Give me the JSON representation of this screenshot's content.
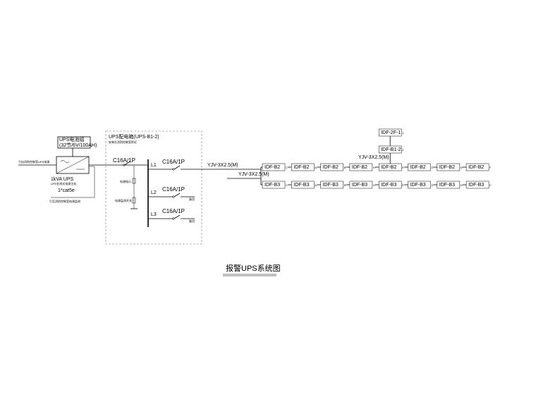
{
  "title": "报警UPS系统图",
  "source_note": "引自消防控制室UPS电源",
  "ups": {
    "header": "UPS电池组",
    "spec": "(32节/6V/100AH)",
    "model": "1kVA UPS",
    "model_note": "UPS在线式电源主机",
    "cable": "1*cat5e",
    "cable_note": "引至消防控制室电源监测"
  },
  "panel": {
    "title": "UPS配电箱(UPS-B1-2)",
    "subtitle": "安装在消防控制室附近",
    "main_breaker": "C16A/1P",
    "aux_label_1": "电源指示",
    "aux_label_2": "电源监测开关",
    "circuits": [
      {
        "phase": "L1",
        "breaker": "C16A/1P",
        "note": ""
      },
      {
        "phase": "L2",
        "breaker": "C16A/1P",
        "note": "备用"
      },
      {
        "phase": "L3",
        "breaker": "C16A/1P",
        "note": "备用"
      }
    ]
  },
  "cables": {
    "main": "YJV-3X2.5(M)",
    "branch": "YJV-3X2.5(M)",
    "riser": "YJV-3X2.5(M)"
  },
  "idf": {
    "riser": [
      {
        "label": "IDF-2F-1",
        "tail": "1"
      },
      {
        "label": "IDF-B1-2",
        "tail": "2"
      }
    ],
    "row1": [
      {
        "label": "IDF-B2",
        "tail": "C"
      },
      {
        "label": "IDF-B2",
        "tail": "A"
      },
      {
        "label": "IDF-B2",
        "tail": "B"
      },
      {
        "label": "IDF-B2",
        "tail": "H"
      },
      {
        "label": "IDF-B2",
        "tail": "E"
      },
      {
        "label": "IDF-B2",
        "tail": "G"
      },
      {
        "label": "IDF-B2",
        "tail": "D"
      },
      {
        "label": "IDF-B2",
        "tail": "F"
      }
    ],
    "row2": [
      {
        "label": "IDF-B3",
        "tail": "C"
      },
      {
        "label": "IDF-B3",
        "tail": "A"
      },
      {
        "label": "IDF-B3",
        "tail": "B"
      },
      {
        "label": "IDF-B3",
        "tail": "H"
      },
      {
        "label": "IDF-B3",
        "tail": "E"
      },
      {
        "label": "IDF-B3",
        "tail": "G"
      },
      {
        "label": "IDF-B3",
        "tail": "D"
      },
      {
        "label": "IDF-B3",
        "tail": "F"
      }
    ]
  }
}
